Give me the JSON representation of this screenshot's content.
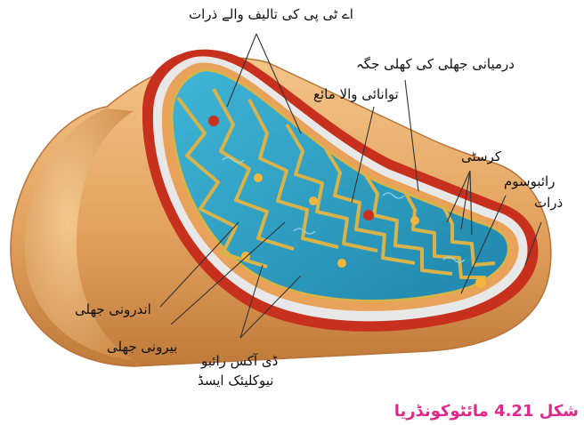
{
  "labels": {
    "atp_particles": "اے ٹی پی کی تالیف والے ذرات",
    "intermembrane_space": "درمیانی جھلی کی کھلی جگہ",
    "matrix": "توانائی والا مائع",
    "cristae": "کرسٹی",
    "ribosome_particles_1": "رائبوسوم",
    "ribosome_particles_2": "ذرات",
    "inner_membrane": "اندرونی جھلی",
    "outer_membrane": "بیرونی جھلی",
    "dna_rna_1": "ڈی آکس رائبو",
    "dna_rna_2": "نیوکلیئک ایسڈ"
  },
  "caption": "شکل 4.21 مائٹوکونڈریا",
  "colors": {
    "outer_membrane": "#e3a25f",
    "membrane_edge": "#c8301e",
    "matrix": "#2a9bc0",
    "cristae": "#d9b24a",
    "caption": "#e0288a"
  }
}
